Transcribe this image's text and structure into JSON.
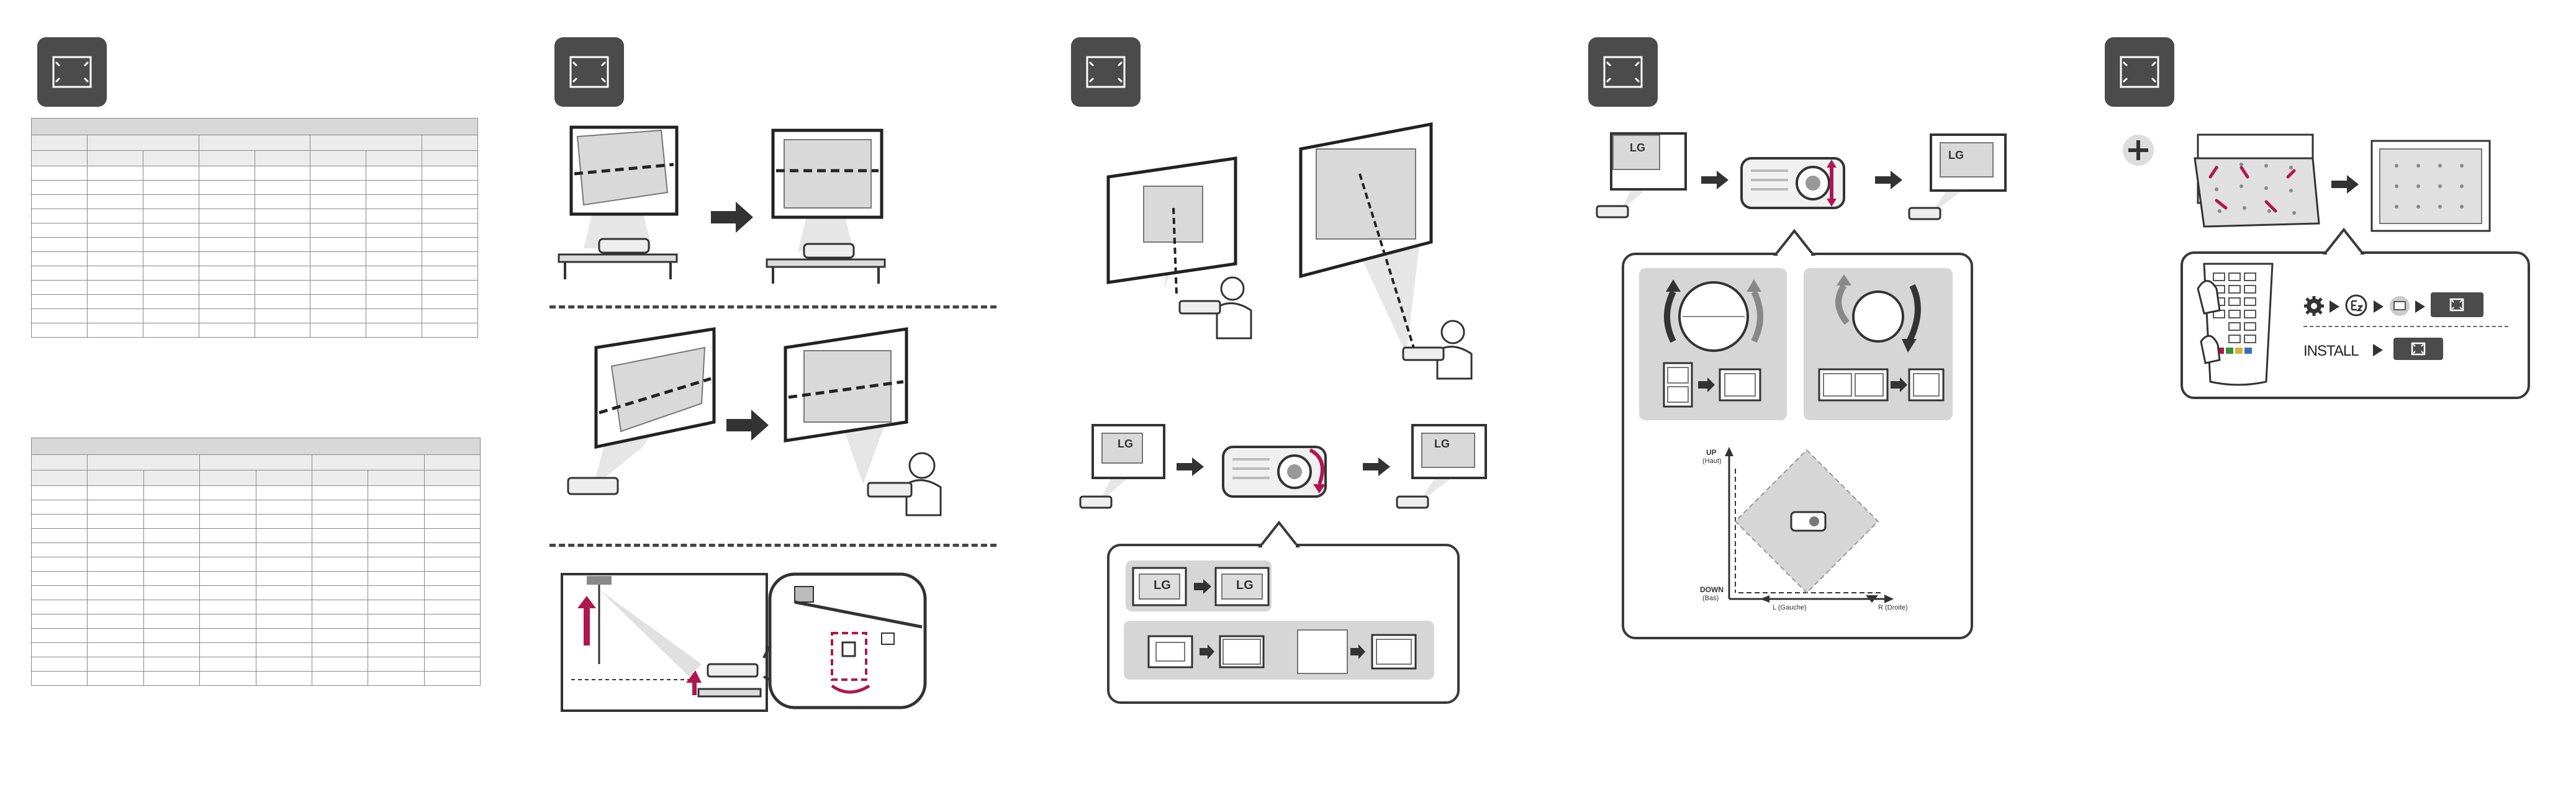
{
  "section5": {
    "install_label": "INSTALL"
  },
  "section4": {
    "axis_up": "UP",
    "axis_up_fr": "(Haut)",
    "axis_down": "DOWN",
    "axis_down_fr": "(Bas)",
    "axis_left": "L (Gauche)",
    "axis_right": "R (Droite)"
  },
  "logo_text": "LG",
  "tables": {
    "table1": {
      "rows": 15,
      "cols": 8
    },
    "table2": {
      "rows": 17,
      "cols": 8
    }
  },
  "colors": {
    "icon_bg": "#4b4b4b",
    "accent": "#b0174f",
    "panel_grey": "#d6d6d6",
    "stroke": "#333333"
  }
}
